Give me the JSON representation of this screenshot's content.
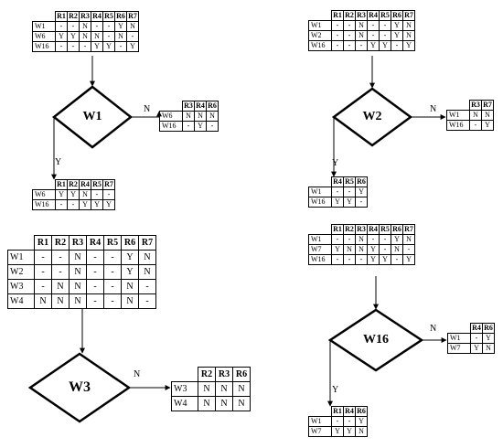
{
  "trees": [
    {
      "root": {
        "header": [
          "R1",
          "R2",
          "R3",
          "R4",
          "R5",
          "R6",
          "R7"
        ],
        "rows": [
          [
            "W1",
            "-",
            "-",
            "N",
            "-",
            "-",
            "Y",
            "N"
          ],
          [
            "W6",
            "Y",
            "Y",
            "N",
            "N",
            "-",
            "N",
            "-"
          ],
          [
            "W16",
            "-",
            "-",
            "-",
            "Y",
            "Y",
            "-",
            "Y"
          ]
        ]
      },
      "decision": "W1",
      "no_label": "N",
      "no_table": {
        "header": [
          "R3",
          "R4",
          "R6"
        ],
        "rows": [
          [
            "W6",
            "N",
            "N",
            "N"
          ],
          [
            "W16",
            "-",
            "Y",
            "-"
          ]
        ]
      },
      "yes_label": "Y",
      "yes_table": {
        "header": [
          "R1",
          "R2",
          "R4",
          "R5",
          "R7"
        ],
        "rows": [
          [
            "W6",
            "Y",
            "Y",
            "N",
            "-",
            "-"
          ],
          [
            "W16",
            "-",
            "-",
            "Y",
            "Y",
            "Y"
          ]
        ]
      }
    },
    {
      "root": {
        "header": [
          "R1",
          "R2",
          "R3",
          "R4",
          "R5",
          "R6",
          "R7"
        ],
        "rows": [
          [
            "W1",
            "-",
            "-",
            "N",
            "-",
            "-",
            "Y",
            "N"
          ],
          [
            "W2",
            "-",
            "-",
            "N",
            "-",
            "-",
            "Y",
            "N"
          ],
          [
            "W16",
            "-",
            "-",
            "-",
            "Y",
            "Y",
            "-",
            "Y"
          ]
        ]
      },
      "decision": "W2",
      "no_label": "N",
      "no_table": {
        "header": [
          "R3",
          "R7"
        ],
        "rows": [
          [
            "W1",
            "N",
            "N"
          ],
          [
            "W16",
            "-",
            "Y"
          ]
        ]
      },
      "yes_label": "Y",
      "yes_table": {
        "header": [
          "R4",
          "R5",
          "R6"
        ],
        "rows": [
          [
            "W1",
            "-",
            "-",
            "Y"
          ],
          [
            "W16",
            "Y",
            "Y",
            "-"
          ]
        ]
      }
    },
    {
      "root": {
        "header": [
          "R1",
          "R2",
          "R3",
          "R4",
          "R5",
          "R6",
          "R7"
        ],
        "rows": [
          [
            "W1",
            "-",
            "-",
            "N",
            "-",
            "-",
            "Y",
            "N"
          ],
          [
            "W2",
            "-",
            "-",
            "N",
            "-",
            "-",
            "Y",
            "N"
          ],
          [
            "W3",
            "-",
            "N",
            "N",
            "-",
            "-",
            "N",
            "-"
          ],
          [
            "W4",
            "N",
            "N",
            "N",
            "-",
            "-",
            "N",
            "-"
          ]
        ]
      },
      "decision": "W3",
      "no_label": "N",
      "no_table": {
        "header": [
          "R2",
          "R3",
          "R6"
        ],
        "rows": [
          [
            "W3",
            "N",
            "N",
            "N"
          ],
          [
            "W4",
            "N",
            "N",
            "N"
          ]
        ]
      }
    },
    {
      "root": {
        "header": [
          "R1",
          "R2",
          "R3",
          "R4",
          "R5",
          "R6",
          "R7"
        ],
        "rows": [
          [
            "W1",
            "-",
            "-",
            "N",
            "-",
            "-",
            "Y",
            "N"
          ],
          [
            "W7",
            "Y",
            "N",
            "N",
            "Y",
            "-",
            "N",
            "-"
          ],
          [
            "W16",
            "-",
            "-",
            "-",
            "Y",
            "Y",
            "-",
            "Y"
          ]
        ]
      },
      "decision": "W16",
      "no_label": "N",
      "no_table": {
        "header": [
          "R4",
          "R6"
        ],
        "rows": [
          [
            "W1",
            "-",
            "Y"
          ],
          [
            "W7",
            "Y",
            "N"
          ]
        ]
      },
      "yes_label": "Y",
      "yes_table": {
        "header": [
          "R1",
          "R4",
          "R6"
        ],
        "rows": [
          [
            "W1",
            "-",
            "-",
            "Y"
          ],
          [
            "W7",
            "Y",
            "Y",
            "N"
          ]
        ]
      }
    }
  ]
}
